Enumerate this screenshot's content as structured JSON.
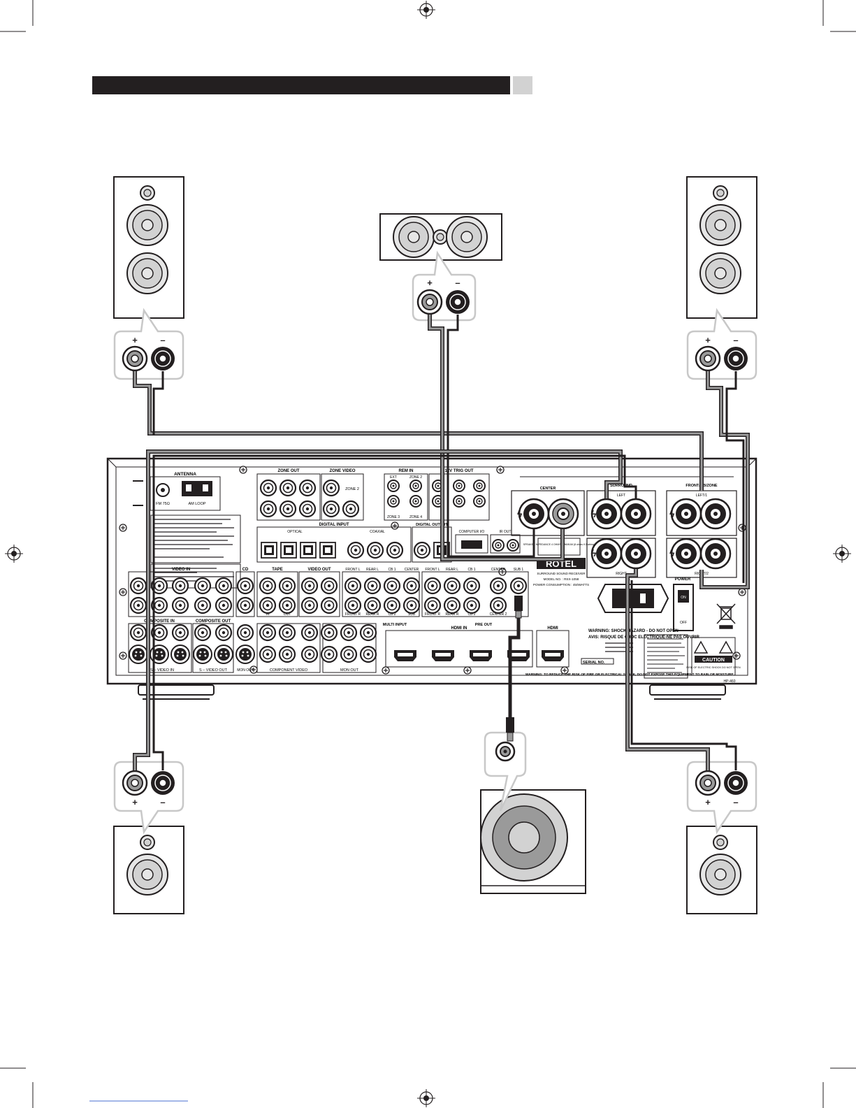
{
  "colors": {
    "ink": "#231f20",
    "grey": "#9a9a9a",
    "light": "#d2d2d2",
    "header_bar": "#231f20"
  },
  "terminals": {
    "plus": "+",
    "minus": "–"
  },
  "antenna": {
    "title": "ANTENNA",
    "fm": "FM 75Ω",
    "am": "AM LOOP"
  },
  "zones": {
    "zone_out": "ZONE OUT",
    "zone_video": "ZONE VIDEO",
    "zone2": "ZONE 2",
    "zone3": "ZONE 3",
    "zone4": "ZONE 4",
    "rem_in": "REM IN",
    "ext": "EXT",
    "trig_out": "12V TRIG OUT"
  },
  "digital": {
    "digital_input": "DIGITAL INPUT",
    "optical": "OPTICAL",
    "coaxial": "COAXIAL",
    "digital_output": "DIGITAL OUTPUT",
    "computer_io": "COMPUTER I/O",
    "ir_out": "IR OUT"
  },
  "analog": {
    "video_in": "VIDEO IN",
    "cd": "CD",
    "tape": "TAPE",
    "video_out": "VIDEO OUT",
    "composite_in": "COMPOSITE IN",
    "composite_out": "COMPOSITE OUT",
    "s_video_in": "S – VIDEO IN",
    "s_video_out": "S – VIDEO OUT",
    "mon_out": "MON OUT",
    "component_video": "COMPONENT VIDEO",
    "multi_input": "MULTI INPUT",
    "pre_out": "PRE OUT",
    "hdmi_in": "HDMI IN",
    "hdmi": "HDMI",
    "front_l": "FRONT L",
    "rear_l": "REAR L",
    "cb1": "CB 1",
    "center": "CENTER",
    "sub1": "SUB 1",
    "front_r": "FRONT R",
    "rear_r": "REAR R",
    "cb2": "CB 2",
    "sub": "SUB",
    "center2": "CENTER 2",
    "in": "IN",
    "out": "OUT"
  },
  "speaker_outputs": {
    "center": "CENTER",
    "surround": "SURROUND",
    "left": "LEFT",
    "right": "RIGHT",
    "front_cb_zone": "FRONT/CB/ZONE",
    "left1": "LEFT/1",
    "right2": "RIGHT/2",
    "impedance": "SPEAKER IMPEDANCE 4 OHMS MINIMUM (8 ohms if 2 wiring)"
  },
  "brand": {
    "logo": "ROTEL",
    "product": "SURROUND SOUND RECEIVER",
    "model": "MODEL NO. : RSX-1058",
    "power": "POWER CONSUMPTION : 450WATTS"
  },
  "power": {
    "title": "POWER",
    "on": "ON",
    "off": "OFF"
  },
  "warnings": {
    "shock_en": "WARNING: SHOCK HAZARD - DO NOT OPEN",
    "shock_fr": "AVIS: RISQUE DE CHOC ELECTRIQUE-NE PAS OUVRIR",
    "serial": "SERIAL NO.",
    "fire": "WARNING: TO REDUCE THE RISK OF FIRE OR ELECTRICAL SHOCK, DO NOT EXPOSE THIS EQUIPMENT TO RAIN OR MOISTURE.",
    "caution": "CAUTION",
    "caution_sub": "RISK OF ELECTRIC SHOCK DO NOT OPEN",
    "model_code": "HP-460"
  }
}
